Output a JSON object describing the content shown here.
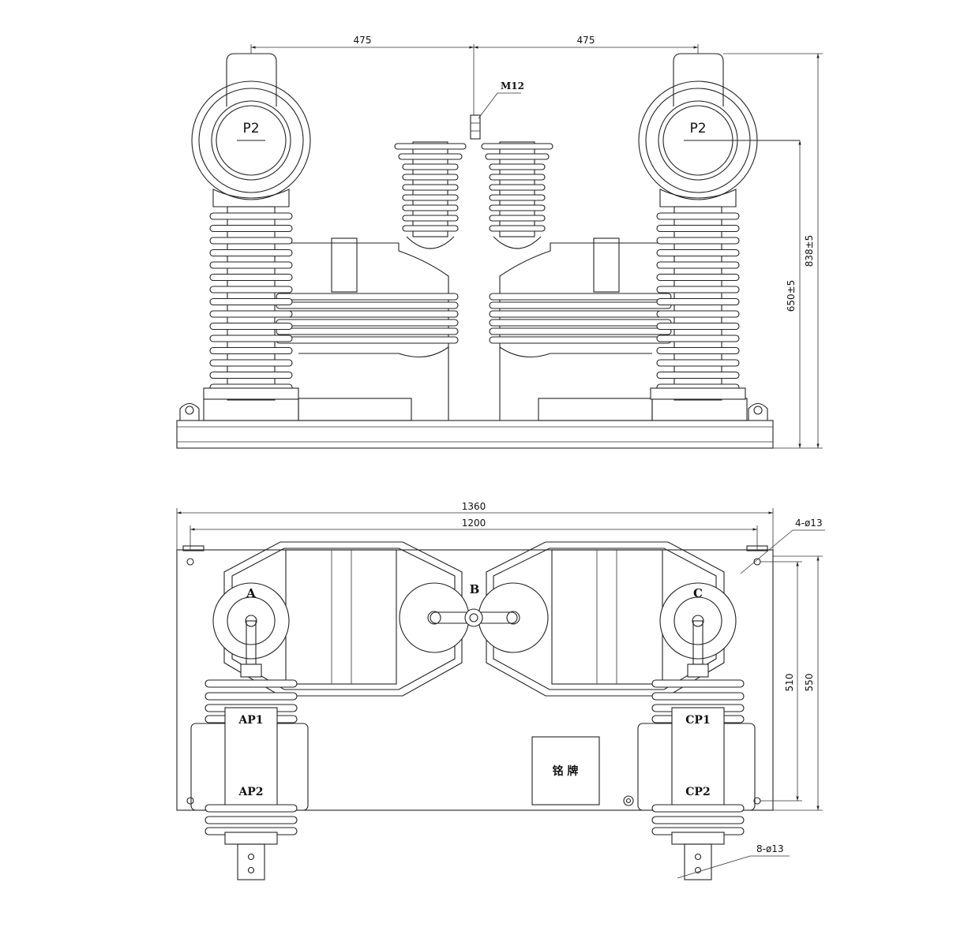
{
  "front_view": {
    "dim_left_spacing": "475",
    "dim_right_spacing": "475",
    "bolt_label": "M12",
    "left_terminal": "P2",
    "right_terminal": "P2",
    "height_mid": "650±5",
    "height_total": "838±5"
  },
  "plan_view": {
    "dim_base_length": "1360",
    "dim_hole_spacing": "1200",
    "mount_holes": "4-ø13",
    "phase_a": "A",
    "phase_b": "B",
    "phase_c": "C",
    "ct_a_top": "AP1",
    "ct_a_bottom": "AP2",
    "ct_c_top": "CP1",
    "ct_c_bottom": "CP2",
    "nameplate": "铭 牌",
    "dim_depth_inner": "510",
    "dim_depth_outer": "550",
    "terminal_holes": "8-ø13"
  }
}
